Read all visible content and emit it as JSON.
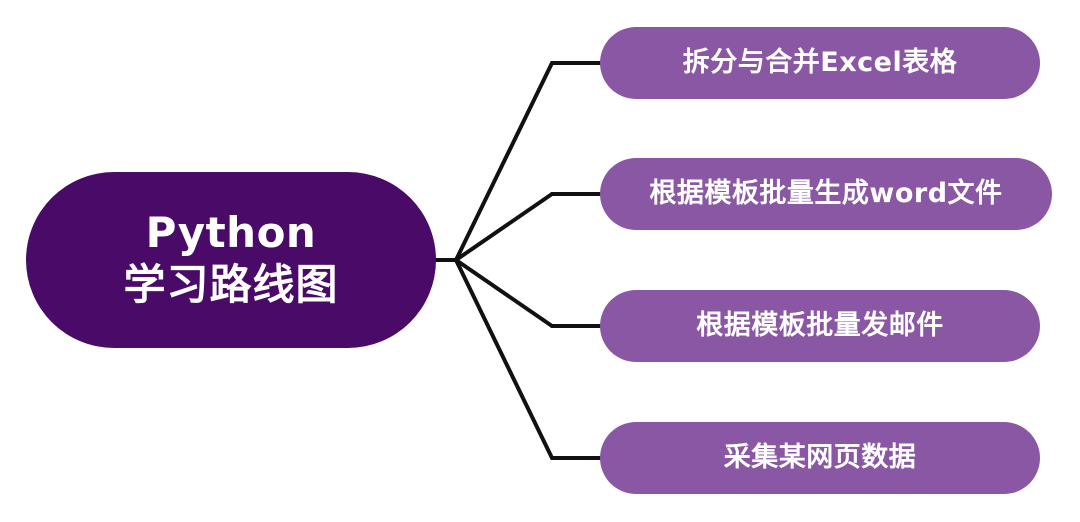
{
  "mindmap": {
    "root": {
      "title": "Python",
      "subtitle": "学习路线图"
    },
    "children": [
      {
        "label": "拆分与合并Excel表格"
      },
      {
        "label": "根据模板批量生成word文件"
      },
      {
        "label": "根据模板批量发邮件"
      },
      {
        "label": "采集某网页数据"
      }
    ]
  },
  "colors": {
    "root_fill": "#4a0a68",
    "child_fill": "#8a57a4",
    "connector": "#111111",
    "text": "#ffffff"
  }
}
